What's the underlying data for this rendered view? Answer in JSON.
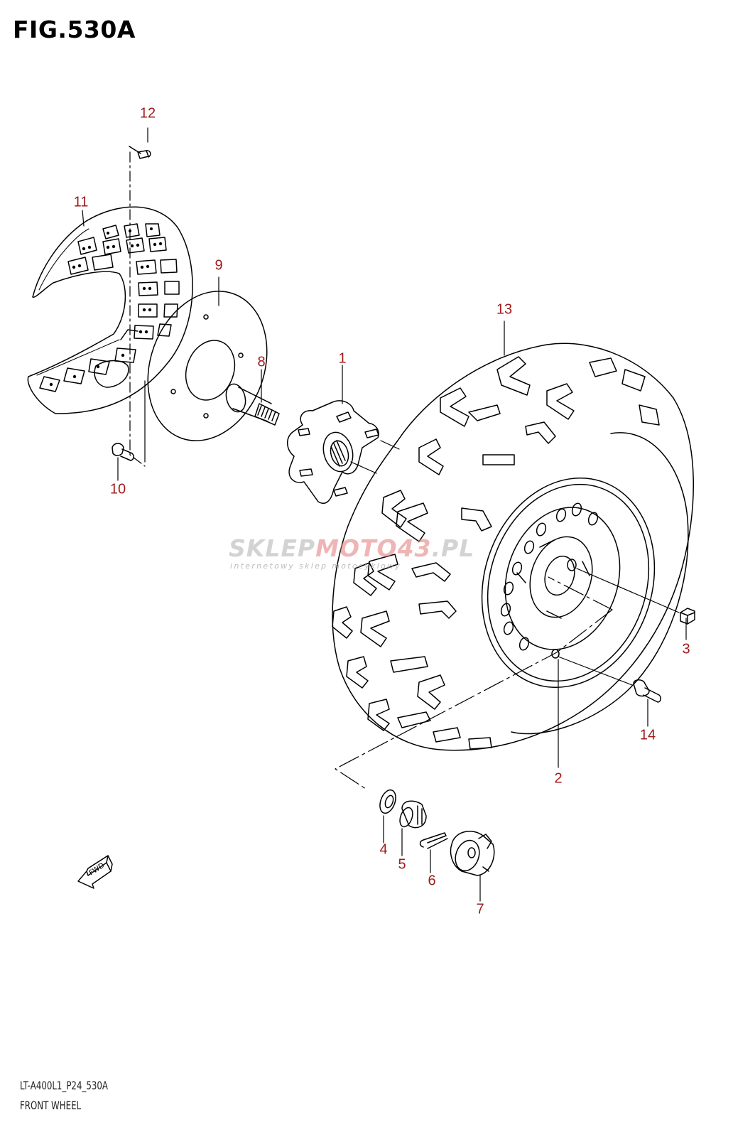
{
  "figure": {
    "title": "FIG.530A",
    "code": "LT-A400L1_P24_530A",
    "name": "FRONT WHEEL"
  },
  "callouts": [
    {
      "id": "part-1",
      "label": "1"
    },
    {
      "id": "part-2",
      "label": "2"
    },
    {
      "id": "part-3",
      "label": "3"
    },
    {
      "id": "part-4",
      "label": "4"
    },
    {
      "id": "part-5",
      "label": "5"
    },
    {
      "id": "part-6",
      "label": "6"
    },
    {
      "id": "part-7",
      "label": "7"
    },
    {
      "id": "part-8",
      "label": "8"
    },
    {
      "id": "part-9",
      "label": "9"
    },
    {
      "id": "part-10",
      "label": "10"
    },
    {
      "id": "part-11",
      "label": "11"
    },
    {
      "id": "part-12",
      "label": "12"
    },
    {
      "id": "part-13",
      "label": "13"
    },
    {
      "id": "part-14",
      "label": "14"
    }
  ],
  "watermark": {
    "brand_main": "SKLEP",
    "brand_accent": "MOTO",
    "brand_num": "43",
    "brand_tld": ".PL",
    "tagline": "internetowy sklep motocyklowy"
  },
  "direction_arrow": {
    "label": "FWD"
  },
  "colors": {
    "callout": "#a01b1b",
    "line": "#000000",
    "watermark_accent": "#e07878"
  }
}
